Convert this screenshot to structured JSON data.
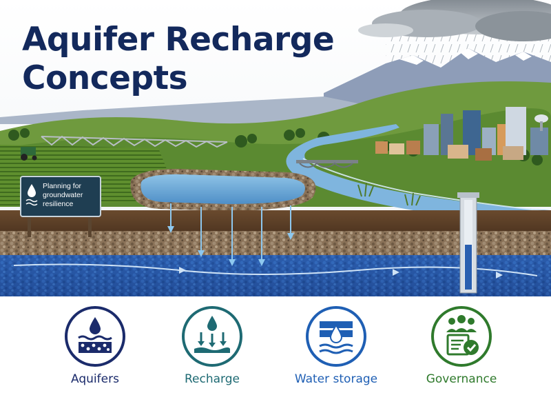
{
  "title": {
    "line1": "Aquifer Recharge",
    "line2": "Concepts"
  },
  "sign": {
    "line1": "Planning for",
    "line2": "groundwater",
    "line3": "resilience"
  },
  "icons": [
    {
      "label": "Aquifers",
      "color": "#1b2b6b",
      "icon": "aquifer-layers-icon"
    },
    {
      "label": "Recharge",
      "color": "#1e6a73",
      "icon": "recharge-drop-icon"
    },
    {
      "label": "Water storage",
      "color": "#1f5fb4",
      "icon": "water-storage-icon"
    },
    {
      "label": "Governance",
      "color": "#2f7a2c",
      "icon": "governance-people-icon"
    }
  ],
  "colors": {
    "title": "#13295c",
    "sky": "#f4f6f8",
    "aquifer_water": "#2a5fb0",
    "sign": "#1f3e52"
  }
}
